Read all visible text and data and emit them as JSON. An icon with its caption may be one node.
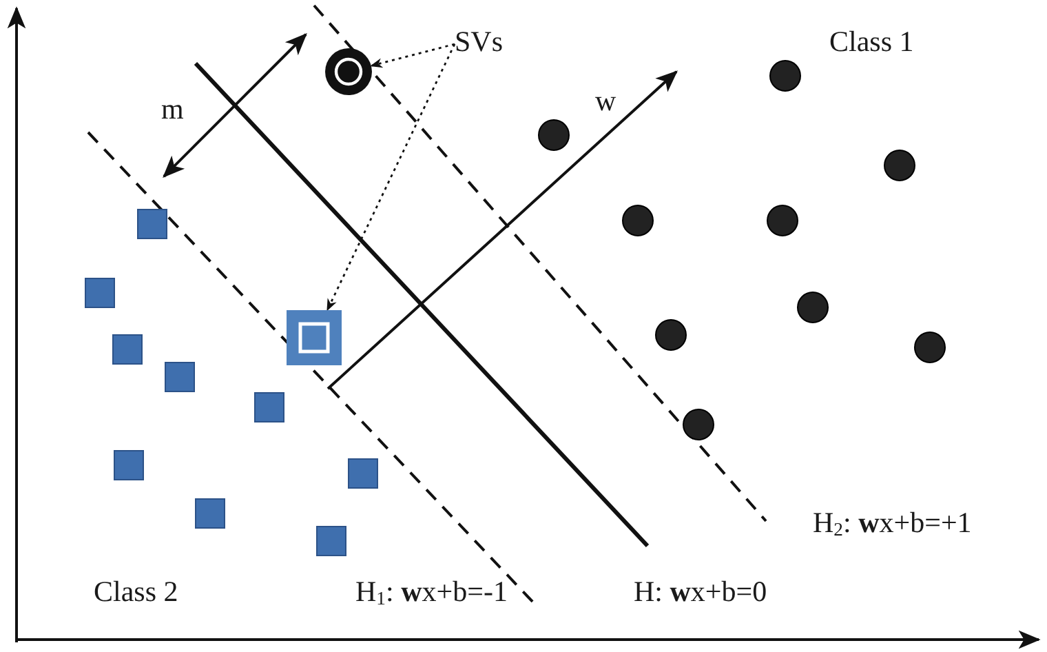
{
  "diagram": {
    "nodes": [
      {
        "text": [
          "SVs"
        ]
      },
      {
        "text": [],
        "shape": "circle"
      },
      {
        "text": [],
        "shape": "box"
      }
    ],
    "edges": [
      {
        "from": 0,
        "to": 1,
        "arrow": "to",
        "style": "dashed"
      },
      {
        "from": 0,
        "to": 2,
        "arrow": "to",
        "style": "dashed"
      }
    ],
    "labels": [
      "Class 1",
      "m",
      "w",
      "H$_{2}$: **w**x+b=+1",
      "Class 2",
      "H$_{1}$: **w**x+b=-1",
      "H: **w**x+b=0"
    ]
  }
}
